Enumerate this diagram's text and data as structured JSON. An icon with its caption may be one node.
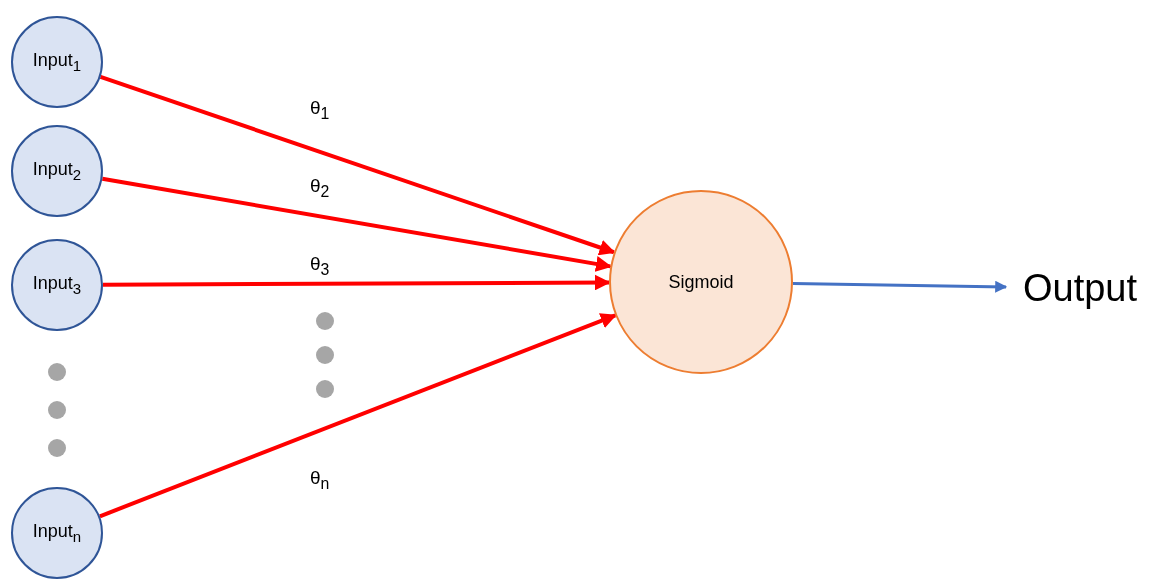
{
  "diagram": {
    "nodes": [
      {
        "text": [
          "Input$_{1}$"
        ]
      },
      {
        "text": [
          "Input$_{2}$"
        ]
      },
      {
        "text": [
          "Input$_{3}$"
        ]
      },
      {
        "text": [
          "Input$_{n}$"
        ]
      },
      {
        "text": [
          "Sigmoid"
        ]
      },
      {
        "text": [
          "Output"
        ]
      }
    ],
    "edges": [
      {
        "from": 0,
        "to": 4,
        "arrow": "to",
        "label": "θ$_{1}$"
      },
      {
        "from": 1,
        "to": 4,
        "arrow": "to",
        "label": "θ$_{2}$"
      },
      {
        "from": 2,
        "to": 4,
        "arrow": "to",
        "label": "θ$_{3}$"
      },
      {
        "from": 3,
        "to": 4,
        "arrow": "to",
        "label": "θ$_{n}$"
      },
      {
        "from": 4,
        "to": 5,
        "arrow": "to",
        "color": "#4472c4"
      }
    ]
  }
}
